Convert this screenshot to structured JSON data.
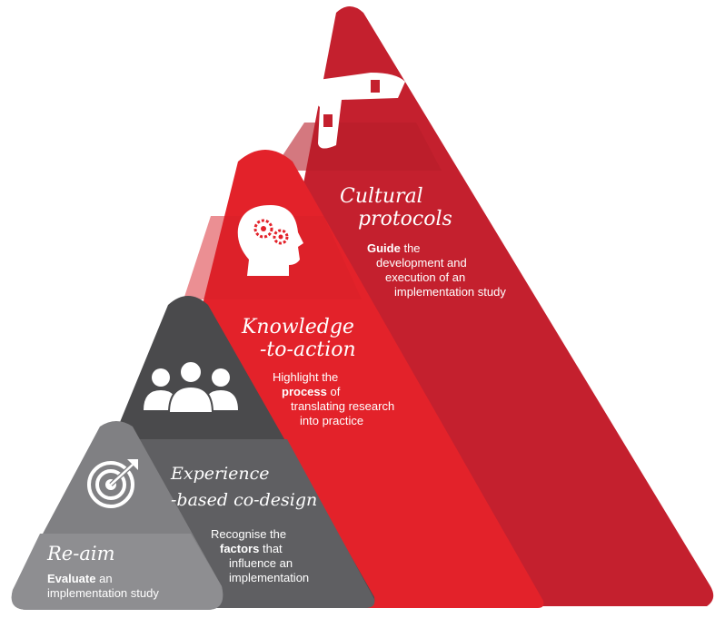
{
  "layers": [
    {
      "id": "cultural-protocols",
      "title_lines": [
        "Cultural",
        "protocols"
      ],
      "desc_bold": "Guide",
      "desc_rest": " the",
      "desc_lines": [
        "development and",
        "execution of an",
        "implementation study"
      ],
      "icon": "boomerang-icon",
      "color": "#c4202e"
    },
    {
      "id": "knowledge-to-action",
      "title_lines": [
        "Knowledge",
        "-to-action"
      ],
      "desc_pre": "Highlight the",
      "desc_bold": "process",
      "desc_rest": " of",
      "desc_lines": [
        "translating research",
        "into practice"
      ],
      "icon": "head-gears-icon",
      "color": "#e3222a"
    },
    {
      "id": "experience-based-co-design",
      "title_lines": [
        "Experience",
        "-based co-design"
      ],
      "desc_pre": "Recognise the",
      "desc_bold": "factors",
      "desc_rest": " that",
      "desc_lines": [
        "influence an",
        "implementation"
      ],
      "icon": "people-group-icon",
      "color": "#4a4a4c"
    },
    {
      "id": "re-aim",
      "title_lines": [
        "Re-aim"
      ],
      "desc_bold": "Evaluate",
      "desc_rest": " an",
      "desc_lines": [
        "implementation study"
      ],
      "icon": "target-icon",
      "color": "#808083"
    }
  ]
}
